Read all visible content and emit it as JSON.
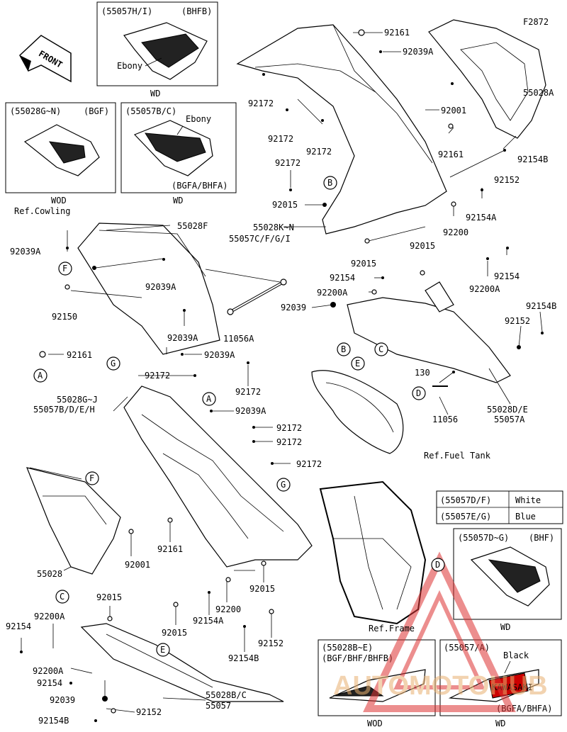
{
  "figure_code": "F2872",
  "front_label": "FRONT",
  "insets": {
    "bhfb": {
      "parts": "(55057H/I)",
      "code": "(BHFB)",
      "note": "Ebony",
      "model": "WD"
    },
    "bgf": {
      "parts": "(55028G~N)",
      "code": "(BGF)",
      "model": "WOD"
    },
    "bgfa_bhfa_top": {
      "parts": "(55057B/C)",
      "note": "Ebony",
      "code": "(BGFA/BHFA)",
      "model": "WD"
    },
    "bhf": {
      "parts": "(55057D~G)",
      "code": "(BHF)",
      "model": "WD"
    },
    "bgf_bhf_bhfb": {
      "parts": "(55028B~E)",
      "code": "(BGF/BHF/BHFB)",
      "model": "WOD"
    },
    "black": {
      "parts": "(55057/A)",
      "note": "Black",
      "code": "(BGFA/BHFA)",
      "model": "WD",
      "decal": "KAWASAKI"
    }
  },
  "color_table": [
    {
      "part": "(55057D/F)",
      "color": "White"
    },
    {
      "part": "(55057E/G)",
      "color": "Blue"
    }
  ],
  "refs": {
    "cowling": "Ref.Cowling",
    "fuel_tank": "Ref.Fuel Tank",
    "frame": "Ref.Frame"
  },
  "callouts": [
    "A",
    "B",
    "C",
    "D",
    "E",
    "F",
    "G"
  ],
  "labels": {
    "l92161a": "92161",
    "l92039a_top": "92039A",
    "l55028a": "55028A",
    "l92172_1": "92172",
    "l92001_top": "92001",
    "l92172_2": "92172",
    "l92172_3": "92172",
    "l92161_right": "92161",
    "l92172_4": "92172",
    "l92154b_top": "92154B",
    "l92152_top": "92152",
    "l92015_b": "92015",
    "l55028kn": "55028K~N",
    "l55057cfgi": "55057C/F/G/I",
    "l92154a_top": "92154A",
    "l92200_top": "92200",
    "l92015_mid": "92015",
    "l92015_mid2": "92015",
    "l92154_mid": "92154",
    "l92200a_mid": "92200A",
    "l92154_right": "92154",
    "l92200a_right": "92200A",
    "l92039_mid": "92039",
    "l92154b_right": "92154B",
    "l92152_right": "92152",
    "l55028f": "55028F",
    "l92039a_left": "92039A",
    "l92039a_f": "92039A",
    "l92150": "92150",
    "l92039a_g": "92039A",
    "l11056a": "11056A",
    "l92039a_g2": "92039A",
    "l92161_left": "92161",
    "l92172_mid1": "92172",
    "l92172_mid2": "92172",
    "l55028gj": "55028G~J",
    "l55057bdeh": "55057B/D/E/H",
    "l92039a_mid": "92039A",
    "l92172_mid3": "92172",
    "l92172_mid4": "92172",
    "l92172_mid5": "92172",
    "l130": "130",
    "l11056": "11056",
    "l55028de": "55028D/E",
    "l55057a": "55057A",
    "l55028": "55028",
    "l92001_bot": "92001",
    "l92161_bot": "92161",
    "l92015_bot1": "92015",
    "l92015_bot2": "92015",
    "l92200_bot": "92200",
    "l92154a_bot": "92154A",
    "l92015_bot3": "92015",
    "l92152_bot": "92152",
    "l92154b_bot": "92154B",
    "l92154_bot1": "92154",
    "l92200a_bot1": "92200A",
    "l92200a_bot2": "92200A",
    "l92154_bot2": "92154",
    "l92039_bot": "92039",
    "l92154b_bot2": "92154B",
    "l92152_bot2": "92152",
    "l55028bc": "55028B/C",
    "l55057": "55057"
  },
  "watermark": "AUTOMOTOHUB"
}
